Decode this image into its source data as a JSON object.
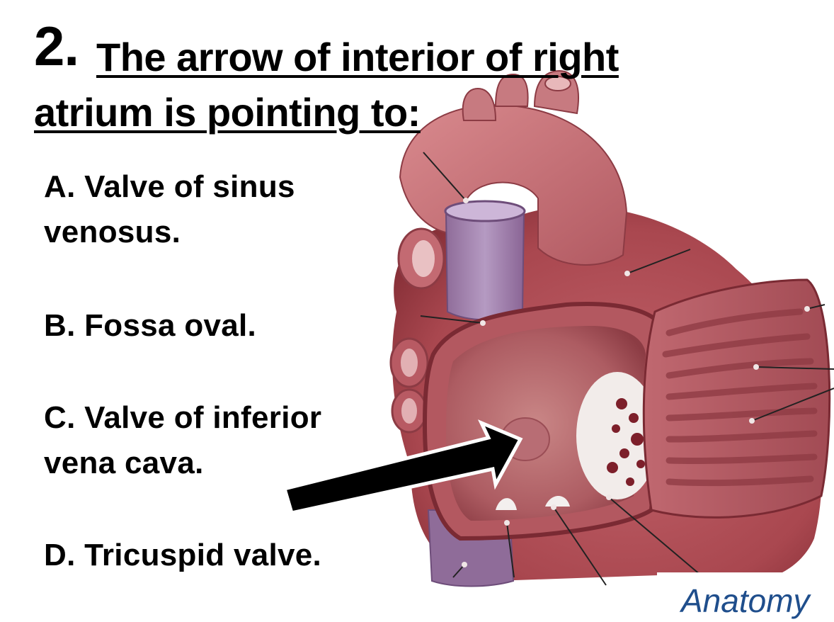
{
  "question": {
    "number": "2.",
    "text": "The arrow of interior of right atrium is pointing to:"
  },
  "options": [
    {
      "label": "A. Valve of sinus venosus."
    },
    {
      "label": "B. Fossa oval."
    },
    {
      "label": "C. Valve of inferior vena cava."
    },
    {
      "label": "D. Tricuspid valve."
    }
  ],
  "watermark": {
    "text": "Anatomy"
  },
  "figure": {
    "icon": "heart-interior-right-atrium-illustration",
    "arrow_color": "#000000"
  }
}
